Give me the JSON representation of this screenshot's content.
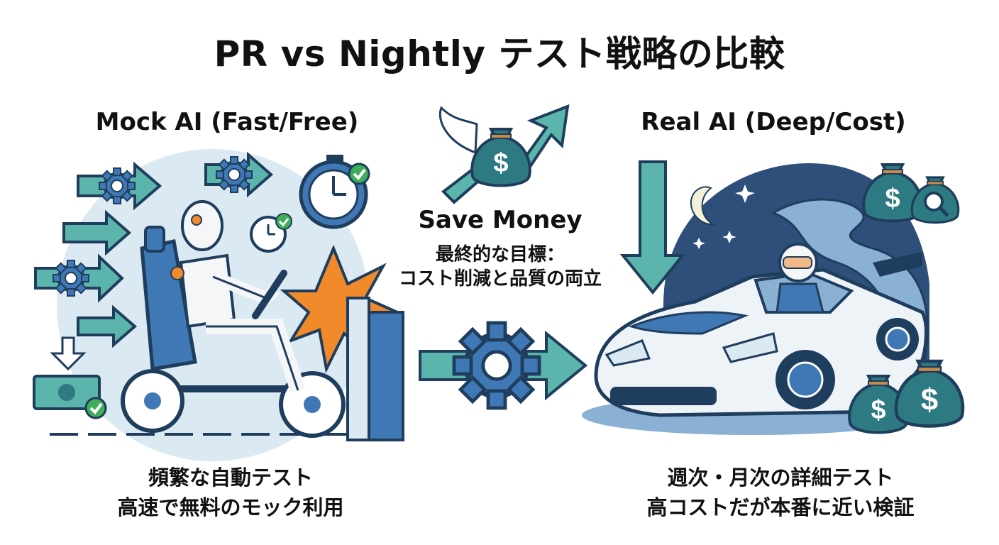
{
  "title": "PR vs Nightly テスト戦略の比較",
  "left": {
    "heading": "Mock AI (Fast/Free)",
    "caption_line1": "頻繁な自動テスト",
    "caption_line2": "高速で無料のモック利用"
  },
  "center": {
    "label": "Save Money",
    "goal_line1": "最終的な目標：",
    "goal_line2": "コスト削減と品質の両立",
    "money_symbol": "$"
  },
  "right": {
    "heading": "Real AI (Deep/Cost)",
    "caption_line1": "週次・月次の詳細テスト",
    "caption_line2": "高コストだが本番に近い検証"
  },
  "colors": {
    "teal": "#5bb5ad",
    "dark_navy": "#1f3d5c",
    "blue": "#3f78b4",
    "light_blue": "#dbe9f3",
    "night_blue": "#2d4f7a",
    "orange": "#f08a2a"
  },
  "icons": [
    "gear-icon",
    "arrow-right-icon",
    "stopwatch-icon",
    "checkmark-icon",
    "crash-dummy-icon",
    "money-bag-icon",
    "winged-money-bag-icon",
    "trend-up-arrow-icon",
    "moon-icon",
    "star-icon",
    "sports-car-icon",
    "magnifier-icon",
    "banknote-icon",
    "arrow-down-icon"
  ]
}
